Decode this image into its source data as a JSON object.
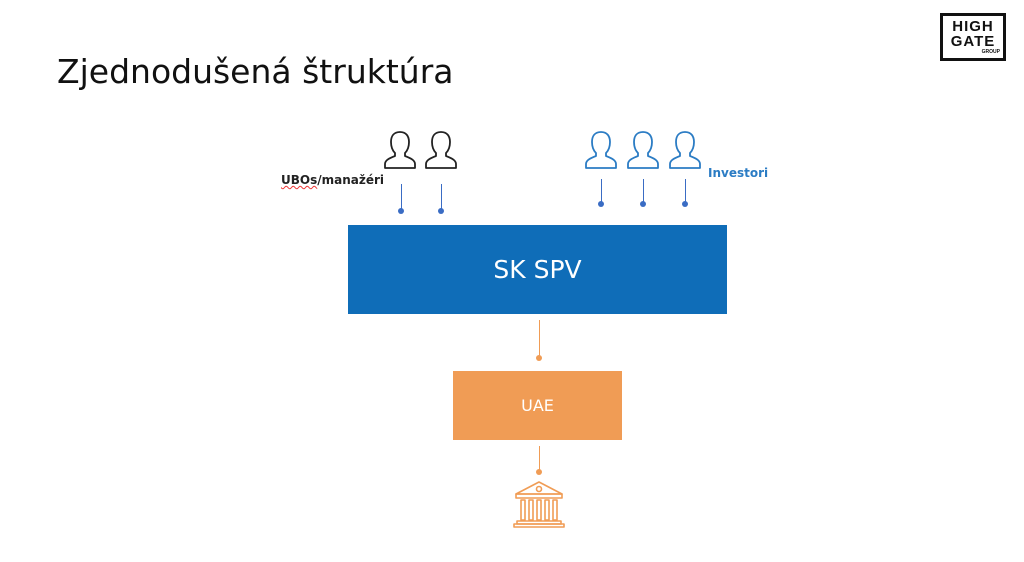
{
  "title": "Zjednodušená štruktúra",
  "logo": {
    "line1": "HIGH",
    "line2": "GATE",
    "line3": "GROUP"
  },
  "labels": {
    "ubos_prefix": "UBOs",
    "ubos_suffix": "/manažéri",
    "investors": "Investori"
  },
  "boxes": {
    "spv": "SK SPV",
    "uae": "UAE"
  },
  "colors": {
    "spv": "#0f6db8",
    "uae": "#f09c55",
    "investor": "#2b7cc4",
    "ubo": "#222222",
    "connector": "#3a6cc4"
  },
  "icons": {
    "ubo": "person-outline-icon",
    "investor": "person-outline-icon",
    "bank": "bank-building-icon"
  }
}
